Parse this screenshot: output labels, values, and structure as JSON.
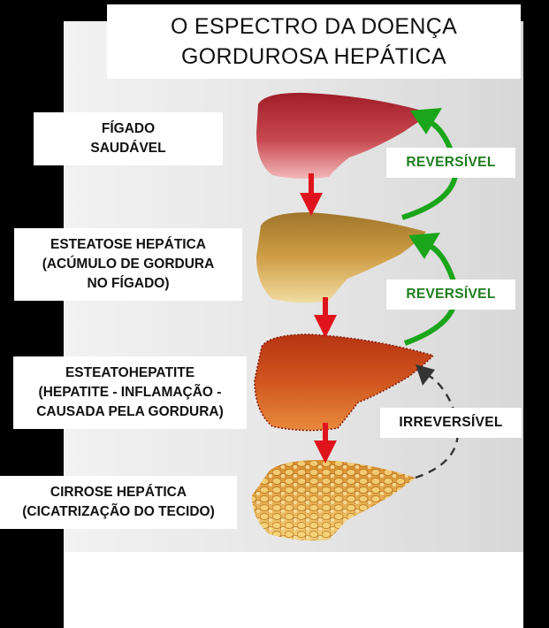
{
  "title": {
    "line1": "O ESPECTRO DA DOENÇA",
    "line2": "GORDUROSA HEPÁTICA"
  },
  "stages": [
    {
      "lines": [
        "FÍGADO",
        "SAUDÁVEL"
      ]
    },
    {
      "lines": [
        "ESTEATOSE HEPÁTICA",
        "(ACÚMULO DE GORDURA",
        "NO FÍGADO)"
      ]
    },
    {
      "lines": [
        "ESTEATOHEPATITE",
        "(HEPATITE  - INFLAMAÇÃO -",
        "CAUSADA PELA GORDURA)"
      ]
    },
    {
      "lines": [
        "CIRROSE HEPÁTICA",
        "(CICATRIZAÇÃO DO TECIDO)"
      ]
    }
  ],
  "transitions": [
    {
      "label": "REVERSÍVEL",
      "color": "#1e7d1e"
    },
    {
      "label": "REVERSÍVEL",
      "color": "#1e7d1e"
    },
    {
      "label": "IRREVERSÍVEL",
      "color": "#111111"
    }
  ],
  "colors": {
    "arrow_down": "#e0141c",
    "reversible_arrow": "#1aa51a",
    "irreversible_arrow": "#333333",
    "liver_healthy": "#b8323a",
    "liver_fatty": "#c99a3c",
    "liver_inflamed": "#c94a1c",
    "liver_cirrhosis": "#e3a63a"
  }
}
